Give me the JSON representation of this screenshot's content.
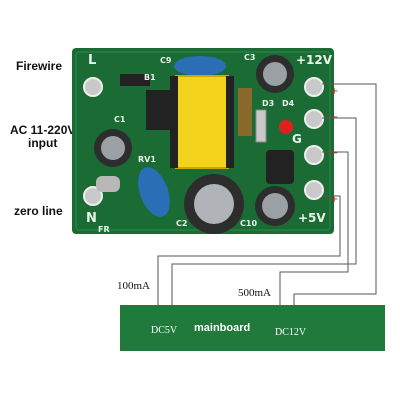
{
  "labels": {
    "firewire": "Firewire",
    "ac_input_line1": "AC 11-220V",
    "ac_input_line2": "input",
    "zero_line": "zero line",
    "current_5v": "100mA",
    "current_12v": "500mA"
  },
  "pcb": {
    "terminal_l": "L",
    "terminal_n": "N",
    "out_12v": "+12V",
    "out_5v": "+5V",
    "gnd": "G",
    "c9": "C9",
    "c3": "C3",
    "b1": "B1",
    "c1": "C1",
    "d3": "D3",
    "d4": "D4",
    "rv1": "RV1",
    "c2": "C2",
    "c10": "C10",
    "fr": "FR"
  },
  "polarity": {
    "p1": "+",
    "p2": "−",
    "p3": "−",
    "p4": "+"
  },
  "mainboard": {
    "title": "mainboard",
    "dc5v": "DC5V",
    "dc12v": "DC12V"
  },
  "colors": {
    "pcb_green": "#1a6b34",
    "mainboard_green": "#1f7a3c",
    "capacitor_blue": "#2a6fb5",
    "transformer_yellow": "#f2d21a",
    "led_red": "#e02020",
    "wire": "#555555"
  }
}
